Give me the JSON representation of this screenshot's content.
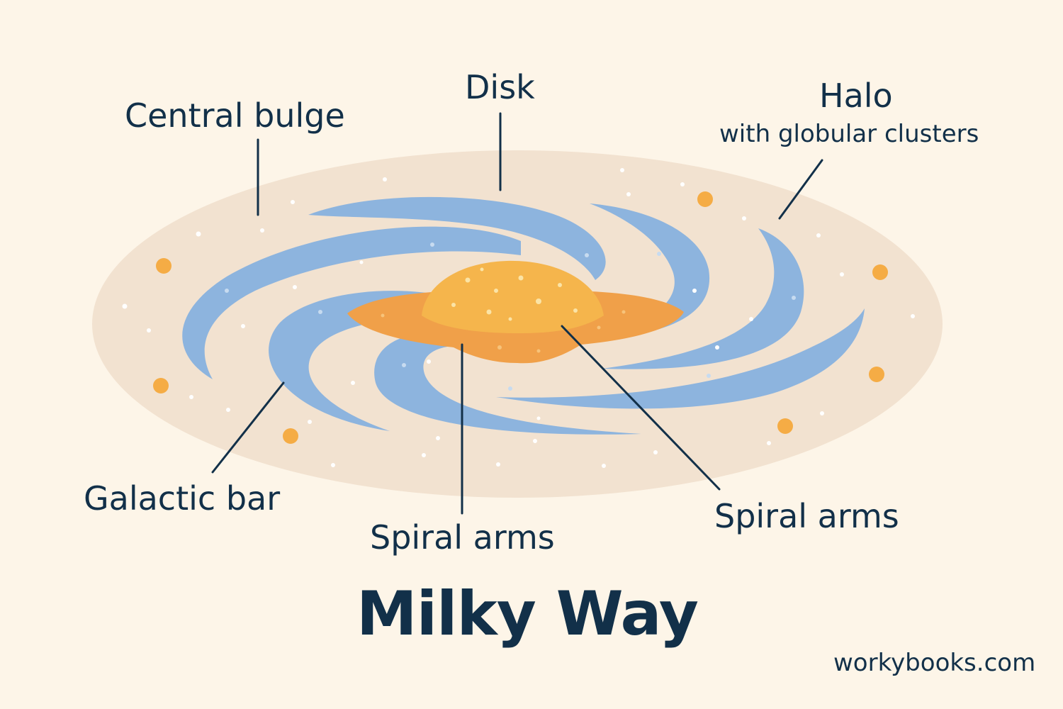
{
  "diagram": {
    "title": "Milky Way",
    "labels": {
      "central_bulge": "Central bulge",
      "disk": "Disk",
      "halo": "Halo",
      "halo_note": "with globular clusters",
      "galactic_bar": "Galactic bar",
      "spiral_arms_center": "Spiral arms",
      "spiral_arms_right": "Spiral arms"
    },
    "footer": "workybooks.com",
    "colors": {
      "background": "#fdf5e8",
      "disk": "#f2e2d0",
      "spiral_arms": "#8db4de",
      "bar": "#f0a049",
      "bulge": "#f5b54c",
      "globular_clusters": "#f5ac45",
      "text": "#123049"
    }
  }
}
